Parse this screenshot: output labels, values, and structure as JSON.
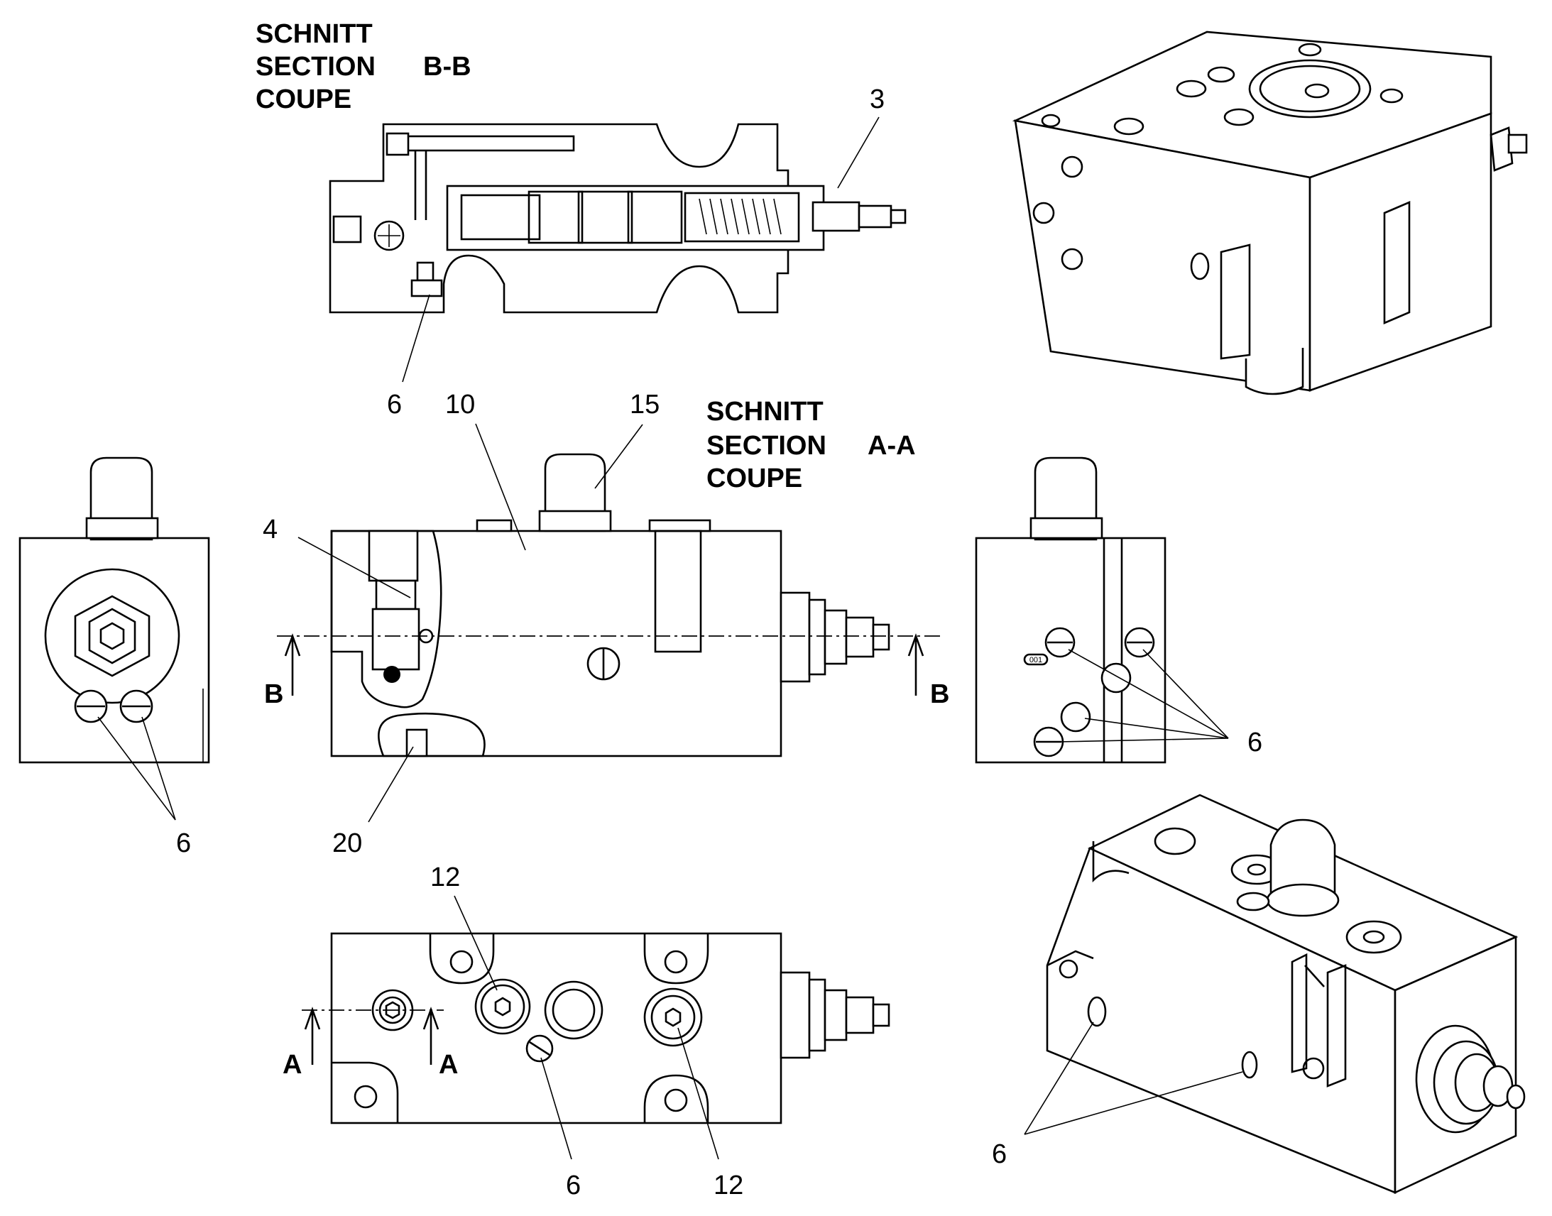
{
  "section_bb": {
    "line1": "SCHNITT",
    "line2": "SECTION",
    "line3": "COUPE",
    "id": "B-B"
  },
  "section_aa": {
    "line1": "SCHNITT",
    "line2": "SECTION",
    "line3": "COUPE",
    "id": "A-A"
  },
  "cut_marks": {
    "b_left": "B",
    "b_right": "B",
    "a_left": "A",
    "a_right": "A"
  },
  "callouts": {
    "sec_bb_3": "3",
    "sec_bb_6": "6",
    "front_10": "10",
    "front_15": "15",
    "front_4": "4",
    "front_20": "20",
    "left_6": "6",
    "right_6": "6",
    "bottom_12_left": "12",
    "bottom_6": "6",
    "bottom_12_right": "12",
    "iso_6": "6"
  },
  "stamp": "001"
}
